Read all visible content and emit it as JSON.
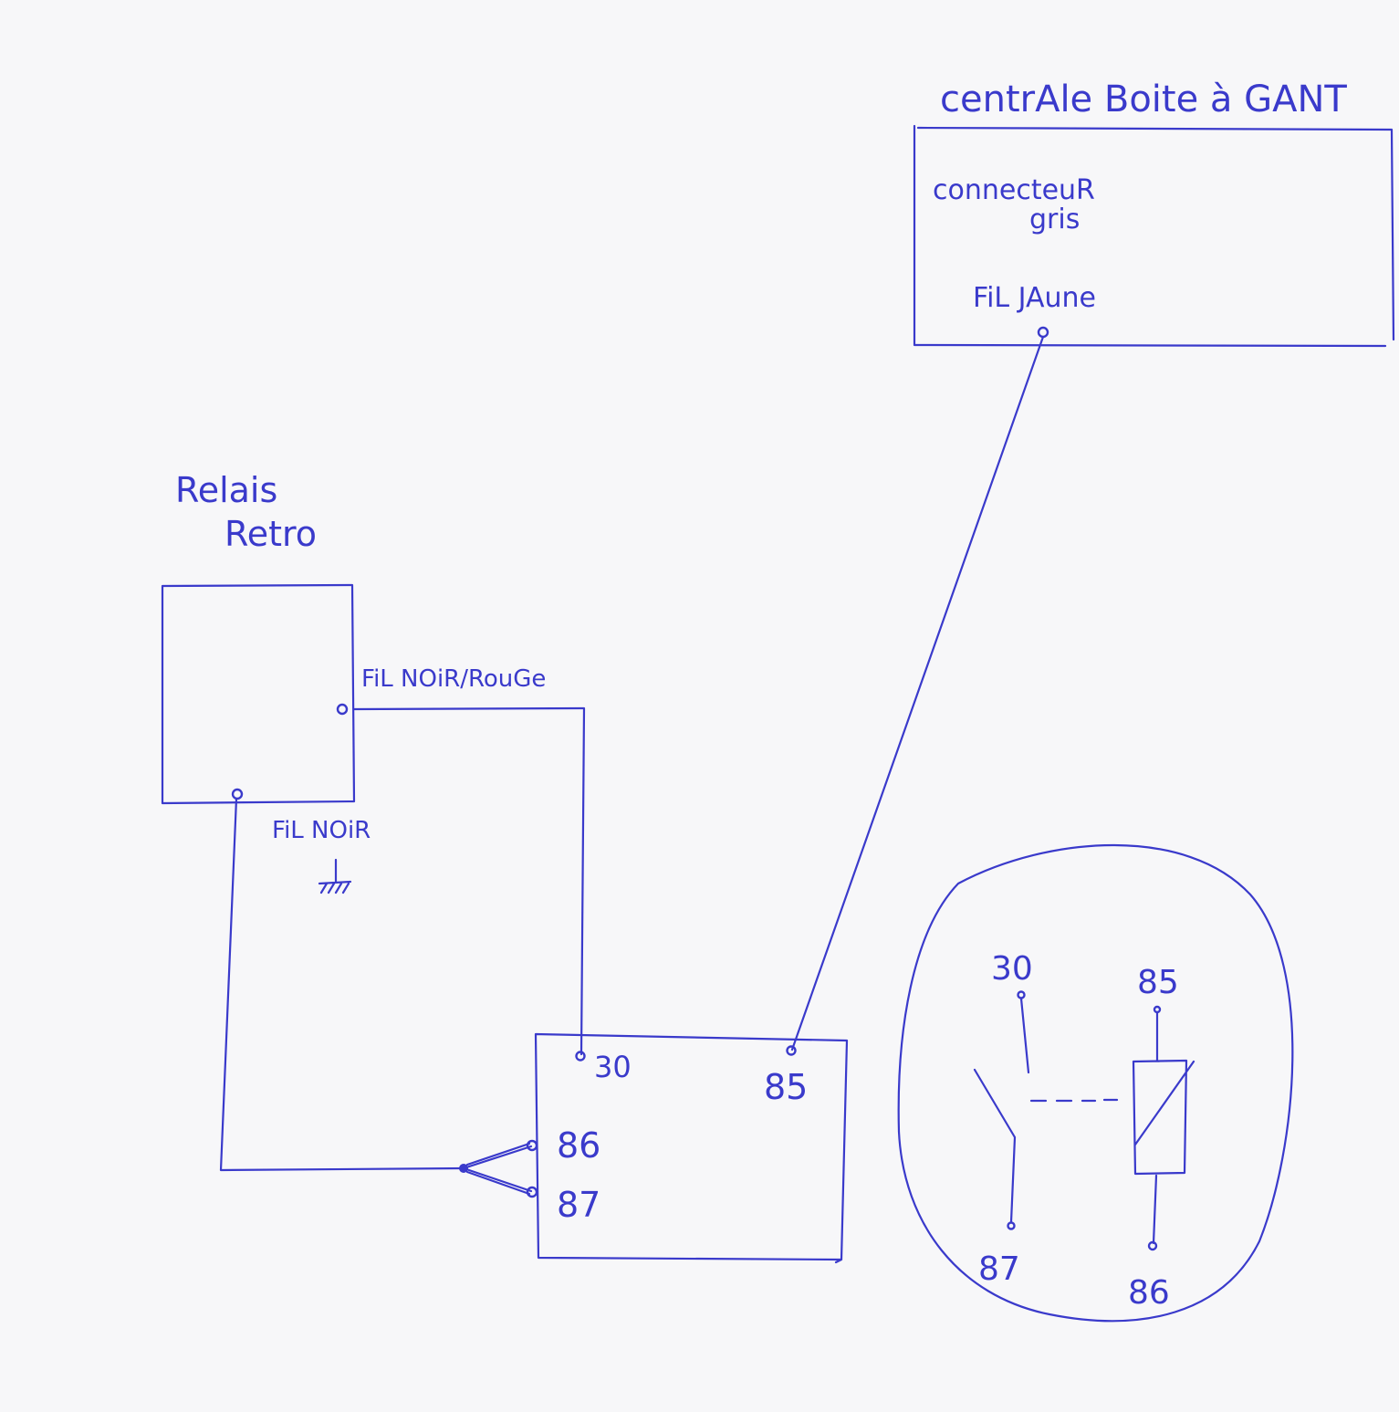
{
  "colors": {
    "ink": "#3a3acb",
    "paper": "#f7f7f9"
  },
  "centrale": {
    "title": "centrAle Boite à GANT",
    "connector_line1": "connecteuR",
    "connector_line2": "gris",
    "wire_label": "FiL JAune"
  },
  "relais_retro": {
    "title_line1": "Relais",
    "title_line2": "Retro",
    "wire_black_red": "FiL NOiR/RouGe",
    "wire_black": "FiL NOiR"
  },
  "relay": {
    "pin_30": "30",
    "pin_85": "85",
    "pin_86": "86",
    "pin_87": "87"
  },
  "legend_schematic": {
    "pin_30": "30",
    "pin_85": "85",
    "pin_87": "87",
    "pin_86": "86"
  },
  "icons": [
    "ground-icon",
    "relay-coil-icon",
    "switch-contact-icon"
  ]
}
